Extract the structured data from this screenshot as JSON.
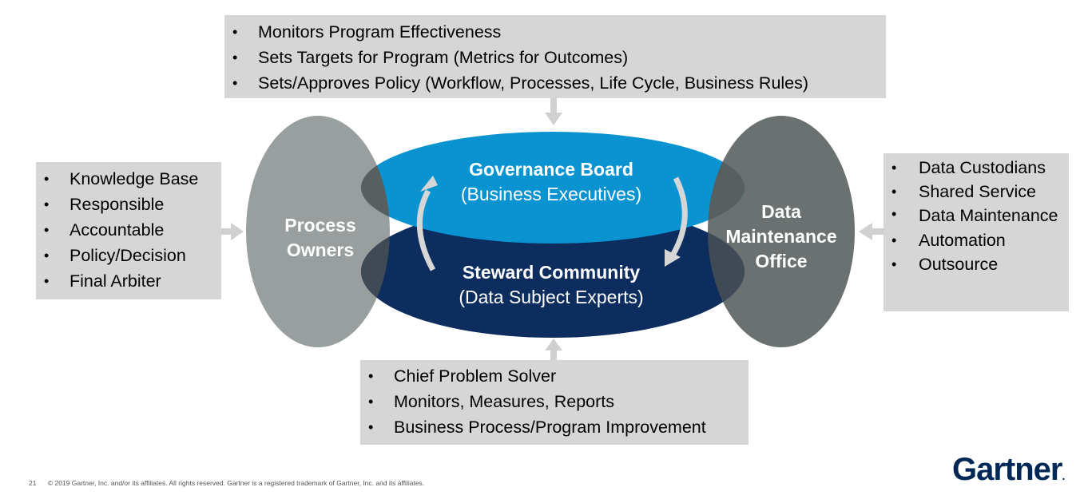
{
  "top_box": {
    "items": [
      "Monitors Program Effectiveness",
      "Sets Targets for Program (Metrics for Outcomes)",
      "Sets/Approves Policy (Workflow, Processes, Life Cycle, Business Rules)"
    ]
  },
  "left_box": {
    "items": [
      "Knowledge Base",
      "Responsible",
      "Accountable",
      "Policy/Decision",
      "Final Arbiter"
    ]
  },
  "right_box": {
    "items": [
      "Data Custodians",
      "Shared Service",
      "Data Maintenance",
      "Automation",
      "Outsource"
    ]
  },
  "bottom_box": {
    "items": [
      "Chief Problem Solver",
      "Monitors, Measures, Reports",
      "Business Process/Program Improvement"
    ]
  },
  "governance": {
    "title": "Governance Board",
    "subtitle": "(Business Executives)"
  },
  "steward": {
    "title": "Steward Community",
    "subtitle": "(Data Subject Experts)"
  },
  "process_owners": {
    "line1": "Process",
    "line2": "Owners"
  },
  "dmo": {
    "line1": "Data",
    "line2": "Maintenance",
    "line3": "Office"
  },
  "footer": {
    "page": "21",
    "text": "© 2019 Gartner, Inc. and/or its affiliates. All rights reserved. Gartner is a registered trademark of Gartner, Inc. and its affiliates."
  },
  "logo": {
    "text": "Gartner",
    "dot": "."
  },
  "colors": {
    "box_bg": "#d6d6d6",
    "governance": "#0a93d1",
    "steward": "#0d2d5e",
    "process_owners": "#999e9e",
    "dmo": "#6a7170",
    "arrow": "#d0d0d0"
  }
}
